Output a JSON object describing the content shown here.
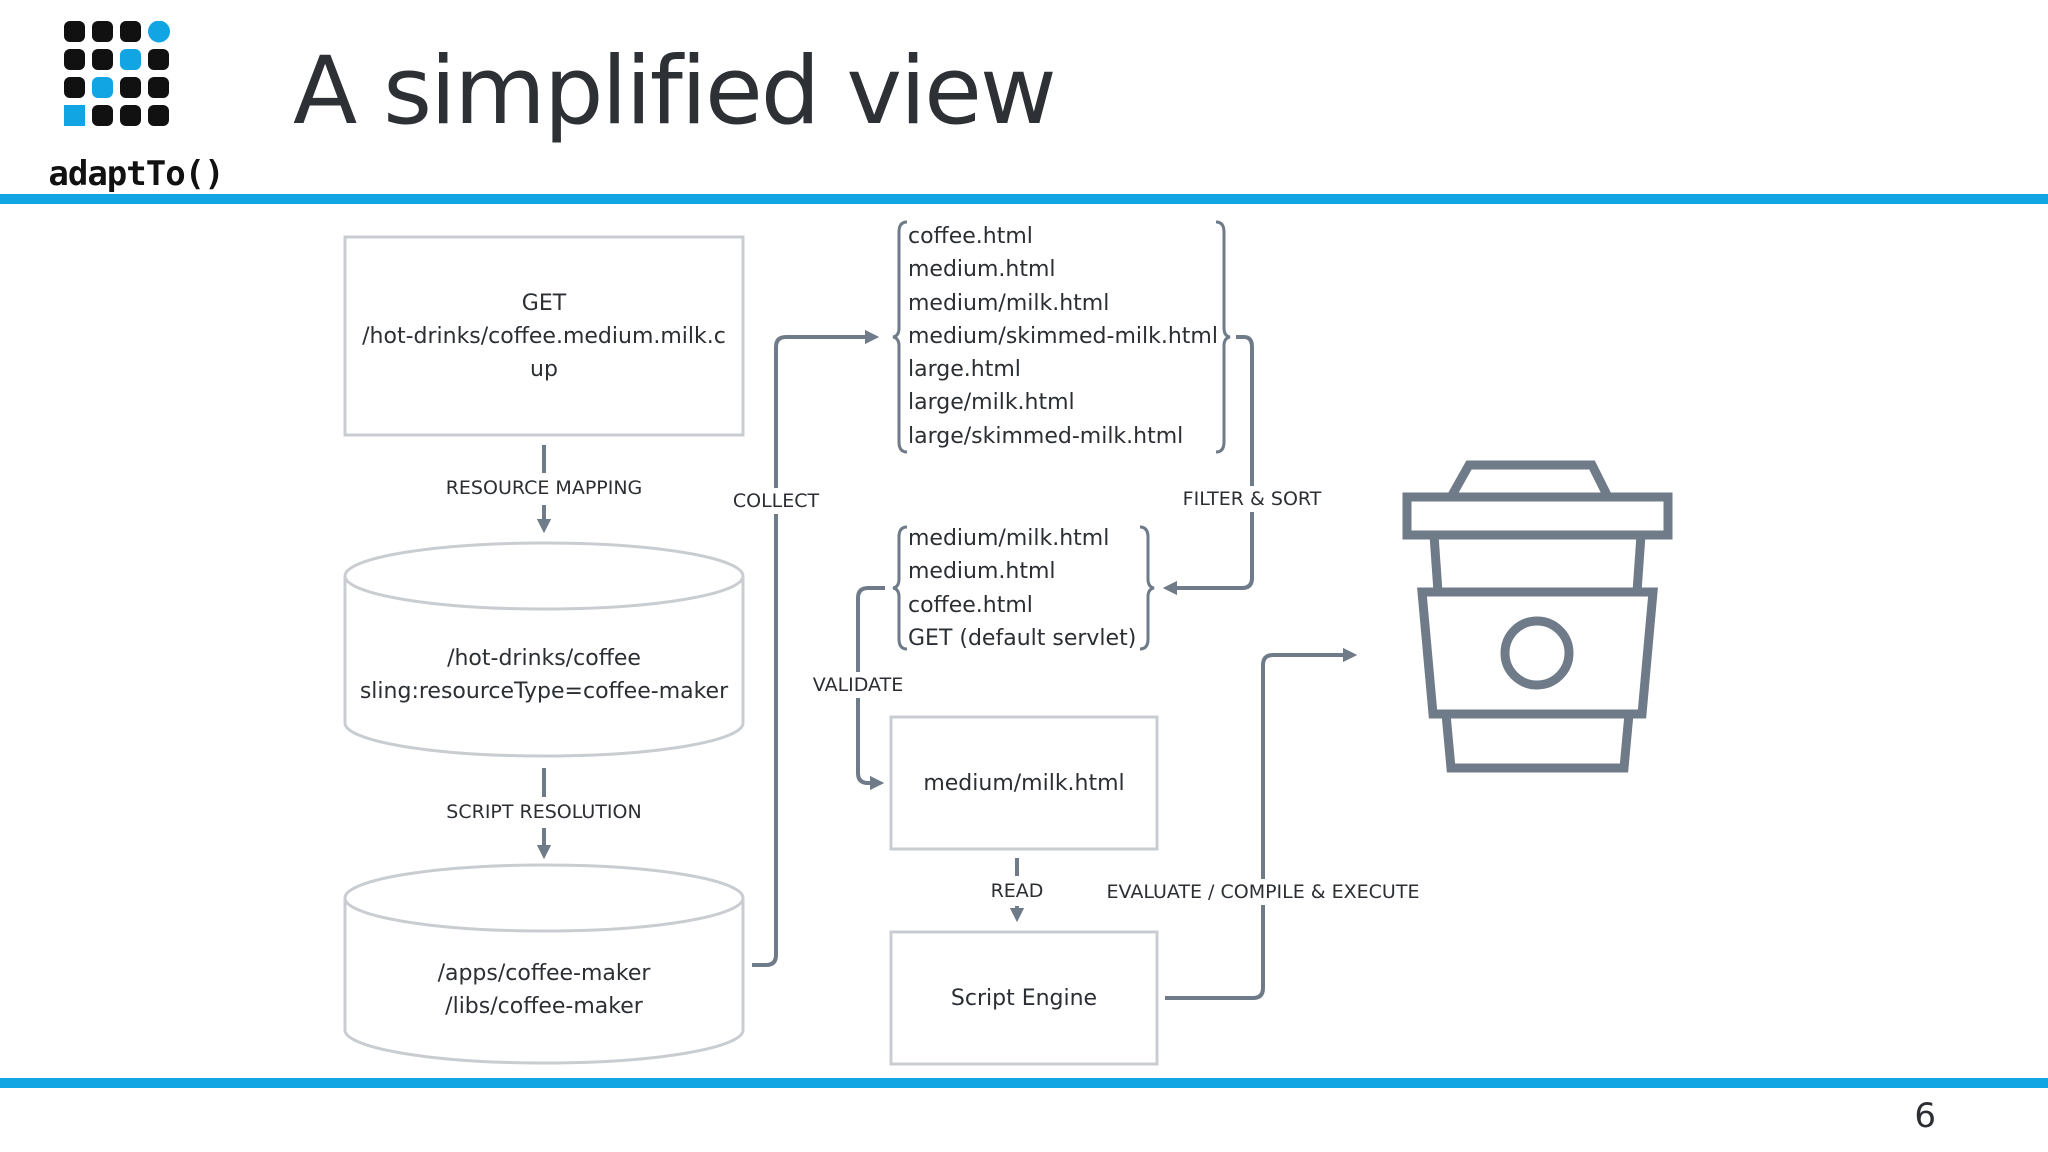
{
  "header": {
    "title": "A simplified view",
    "logo_text": "adaptTo()"
  },
  "footer": {
    "page_number": "6"
  },
  "colors": {
    "accent": "#12a5e3",
    "line": "#6f7b88",
    "box_border": "#c9cdd2",
    "text": "#2b2f33"
  },
  "flow": {
    "request_box": {
      "lines": [
        "GET",
        "/hot-drinks/coffee.medium.milk.c",
        "up"
      ]
    },
    "resource_mapping_label": "RESOURCE MAPPING",
    "resource_box": {
      "lines": [
        "/hot-drinks/coffee",
        "sling:resourceType=coffee-maker"
      ]
    },
    "script_resolution_label": "SCRIPT RESOLUTION",
    "script_path_box": {
      "lines": [
        "/apps/coffee-maker",
        "/libs/coffee-maker"
      ]
    },
    "collect_label": "COLLECT",
    "candidate_scripts": [
      "coffee.html",
      "medium.html",
      "medium/milk.html",
      "medium/skimmed-milk.html",
      "large.html",
      "large/milk.html",
      "large/skimmed-milk.html"
    ],
    "filter_sort_label": "FILTER & SORT",
    "sorted_scripts": [
      "medium/milk.html",
      "medium.html",
      "coffee.html",
      "GET (default servlet)"
    ],
    "validate_label": "VALIDATE",
    "selected_script_box": {
      "text": "medium/milk.html"
    },
    "read_label": "READ",
    "script_engine_box": {
      "text": "Script Engine"
    },
    "evaluate_label": "EVALUATE / COMPILE & EXECUTE",
    "output_icon": "coffee-cup-icon"
  }
}
